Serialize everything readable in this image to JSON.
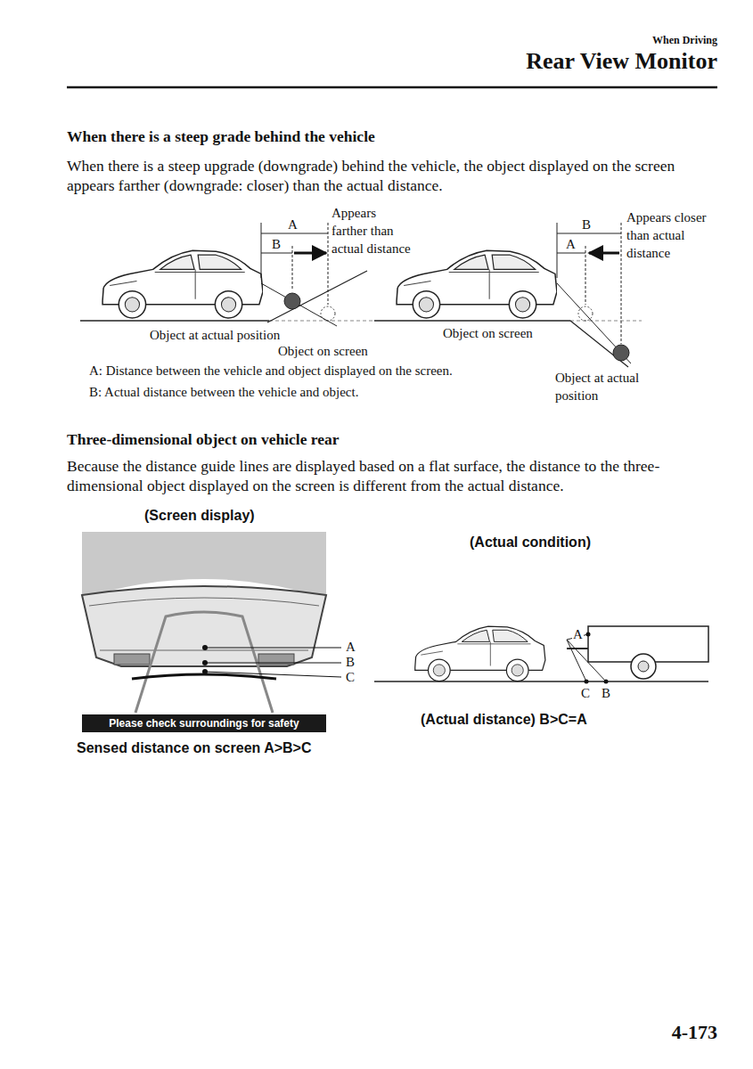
{
  "diagram": {
    "title": "Rear View Monitor",
    "nodes": [
      {
        "text": [
          "Please check surroundings for safety"
        ]
      }
    ],
    "labels": [
      "When Driving",
      "When there is a steep grade behind the vehicle",
      "When there is a steep upgrade (downgrade) behind the vehicle, the object displayed on the screen appears farther (downgrade: closer) than the actual distance.",
      "A",
      "B",
      "Appears farther than actual distance",
      "Object at actual position",
      "Object on screen",
      "A: Distance between the vehicle and object displayed on the screen.",
      "B: Actual distance between the vehicle and object.",
      "B",
      "A",
      "Appears closer than actual distance",
      "Object on screen",
      "Object at actual position",
      "Three-dimensional object on vehicle rear",
      "Because the distance guide lines are displayed based on a flat surface, the distance to the three-dimensional object displayed on the screen is different from the actual distance.",
      "(Screen display)",
      "A",
      "B",
      "C",
      "Sensed distance on screen A>B>C",
      "(Actual condition)",
      "A",
      "C",
      "B",
      "(Actual distance) B>C=A",
      "4-173"
    ]
  }
}
